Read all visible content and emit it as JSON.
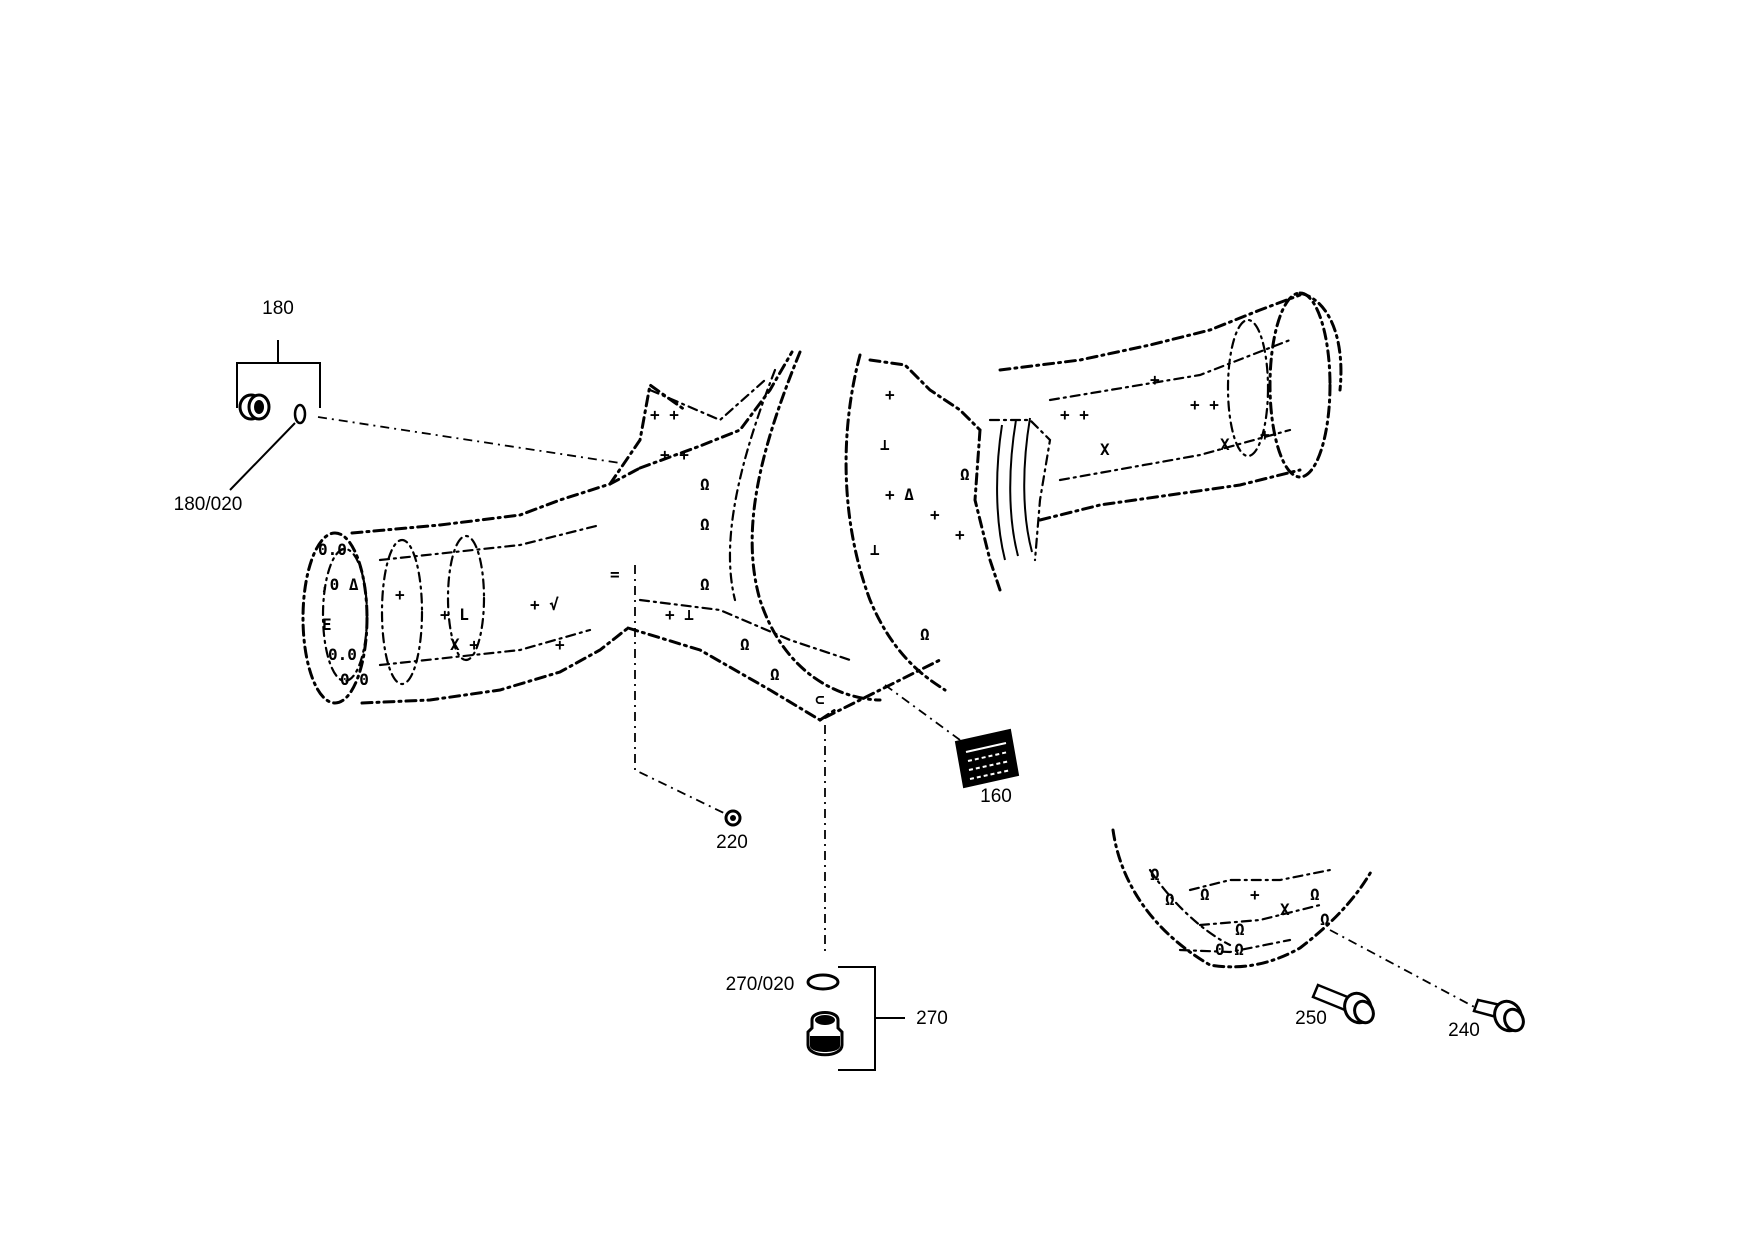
{
  "callouts": {
    "c180": "180",
    "c180_020": "180/020",
    "c160": "160",
    "c220": "220",
    "c270": "270",
    "c270_020": "270/020",
    "c250": "250",
    "c240": "240"
  }
}
